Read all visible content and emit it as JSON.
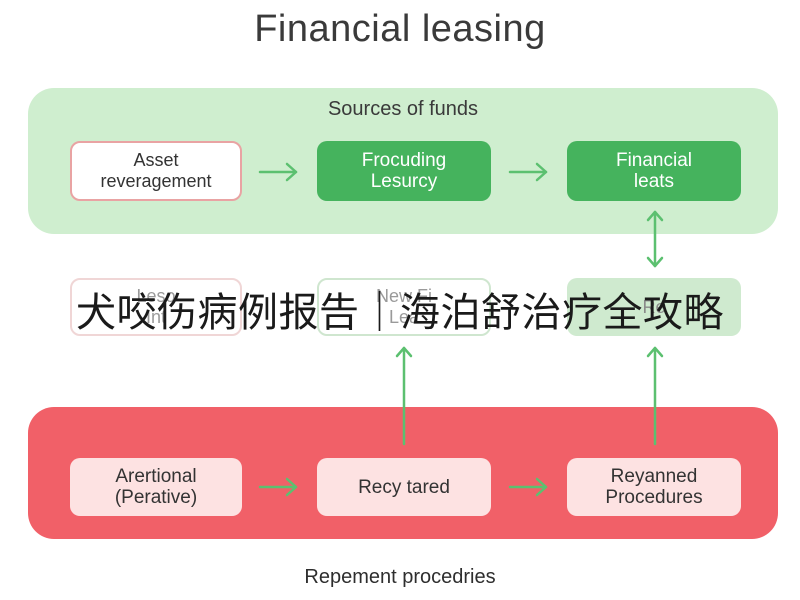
{
  "title": "Financial leasing",
  "top_panel": {
    "label": "Sources of funds",
    "boxes": [
      "Asset\nreveragement",
      "Frocuding\nLesurcy",
      "Financial\nleats"
    ]
  },
  "middle_row": {
    "boxes": [
      "Leso\nInt",
      "New Fi\nLea",
      "Re"
    ]
  },
  "bottom_panel": {
    "boxes": [
      "Arertional\n(Perative)",
      "Recy tared",
      "Reyanned\nProcedures"
    ]
  },
  "footer_label": "Repement procedries",
  "overlay_text": "犬咬伤病例报告｜海泊舒治疗全攻略",
  "colors": {
    "top_panel": "#cfeecf",
    "bottom_panel": "#f16068",
    "green_box": "#45b35d",
    "pink_box": "#fde2e2",
    "arrow_green": "#5cc070"
  }
}
